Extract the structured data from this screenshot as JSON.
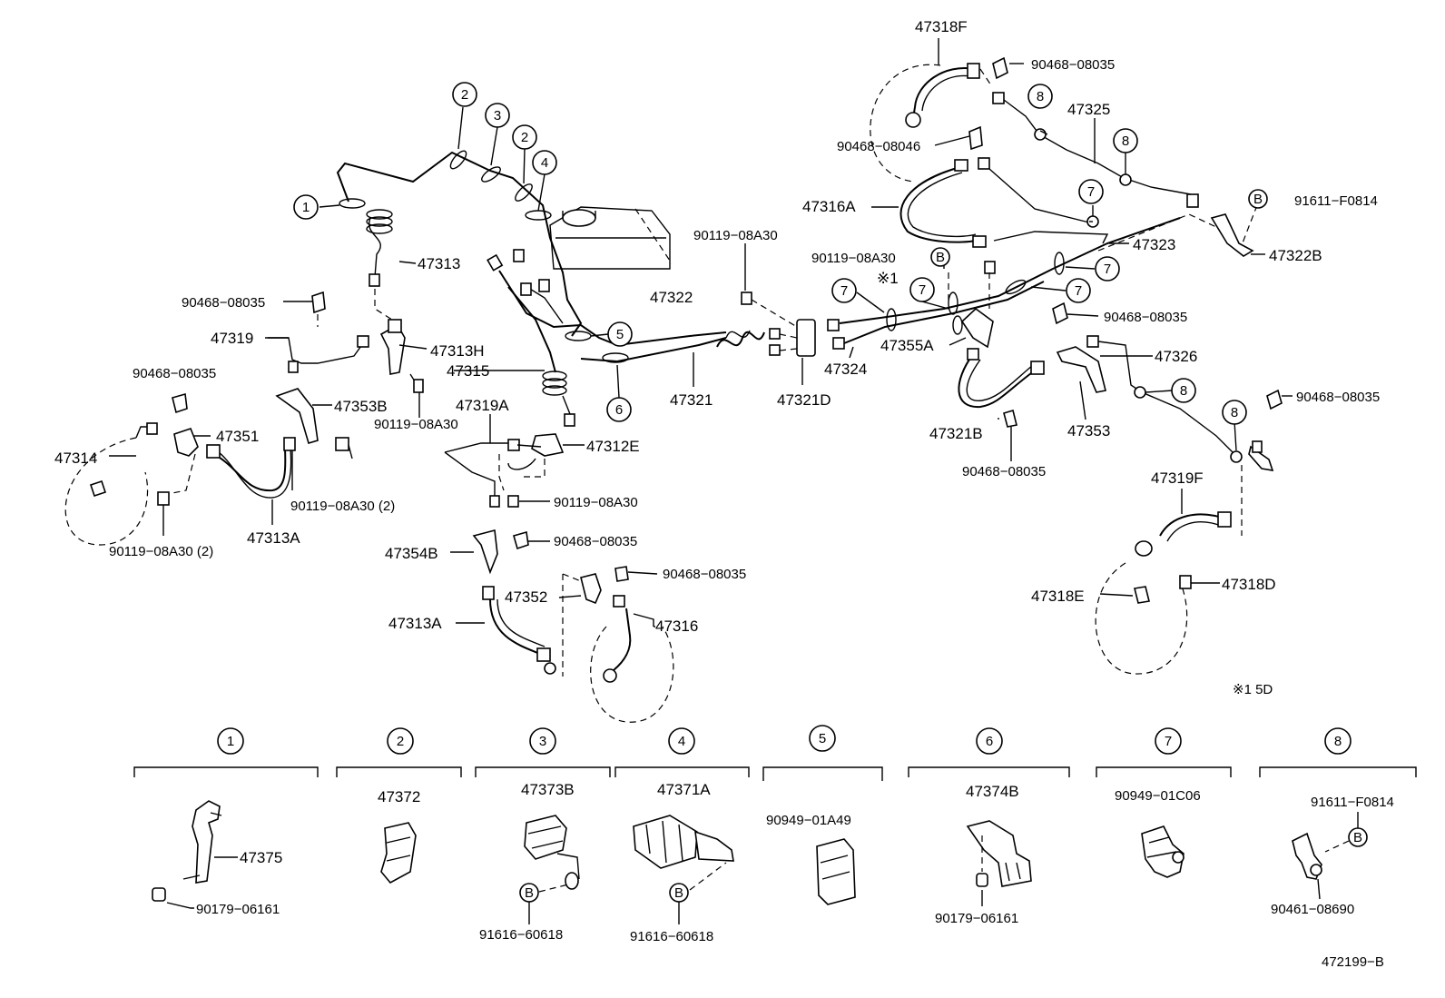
{
  "diagram": {
    "labels": {
      "p47318F": "47318F",
      "p90468_08035_a": "90468−08035",
      "p47325": "47325",
      "p90468_08046": "90468−08046",
      "p47316A": "47316A",
      "p91611_F0814_a": "91611−F0814",
      "p90119_08A30_a": "90119−08A30",
      "p90119_08A30_b": "90119−08A30",
      "p47323": "47323",
      "p47322B": "47322B",
      "note1": "※1",
      "p47313": "47313",
      "p47322": "47322",
      "p90468_08035_b": "90468−08035",
      "p47319": "47319",
      "p47313H": "47313H",
      "p47315": "47315",
      "p47321": "47321",
      "p47321D": "47321D",
      "p47324": "47324",
      "p47355A": "47355A",
      "p90468_08035_c": "90468−08035",
      "p47326": "47326",
      "p90468_08035_d": "90468−08035",
      "p47353B": "47353B",
      "p90119_08A30_c": "90119−08A30",
      "p47319A": "47319A",
      "p47353": "47353",
      "p90468_08035_e": "90468−08035",
      "p47314": "47314",
      "p47351": "47351",
      "p47312E": "47312E",
      "p47321B": "47321B",
      "p90468_08035_f": "90468−08035",
      "p90119_08A30_2a": "90119−08A30 (2)",
      "p90119_08A30_d": "90119−08A30",
      "p47319F": "47319F",
      "p90119_08A30_2b": "90119−08A30 (2)",
      "p47313A_a": "47313A",
      "p47354B": "47354B",
      "p90468_08035_g": "90468−08035",
      "p90468_08035_h": "90468−08035",
      "p47352": "47352",
      "p47318D": "47318D",
      "p47318E": "47318E",
      "p47313A_b": "47313A",
      "p47316": "47316",
      "note2": "※1  5D"
    },
    "markers": {
      "m1": "1",
      "m2a": "2",
      "m3": "3",
      "m2b": "2",
      "m4": "4",
      "m5": "5",
      "m6": "6",
      "m7a": "7",
      "m7b": "7",
      "m7c": "7",
      "m7d": "7",
      "m7e": "7",
      "m8a": "8",
      "m8b": "8",
      "m8c": "8",
      "m8d": "8",
      "mBa": "B",
      "mBb": "B"
    },
    "legend": [
      {
        "num": "1",
        "parts": [
          "47375",
          "90179−06161"
        ]
      },
      {
        "num": "2",
        "parts": [
          "47372"
        ]
      },
      {
        "num": "3",
        "parts": [
          "47373B",
          "91616−60618"
        ],
        "b": "B"
      },
      {
        "num": "4",
        "parts": [
          "47371A",
          "91616−60618"
        ],
        "b": "B"
      },
      {
        "num": "5",
        "parts": [
          "90949−01A49"
        ]
      },
      {
        "num": "6",
        "parts": [
          "47374B",
          "90179−06161"
        ]
      },
      {
        "num": "7",
        "parts": [
          "90949−01C06"
        ]
      },
      {
        "num": "8",
        "parts": [
          "91611−F0814",
          "90461−08690"
        ],
        "b": "B"
      }
    ],
    "figure_id": "472199−B"
  }
}
